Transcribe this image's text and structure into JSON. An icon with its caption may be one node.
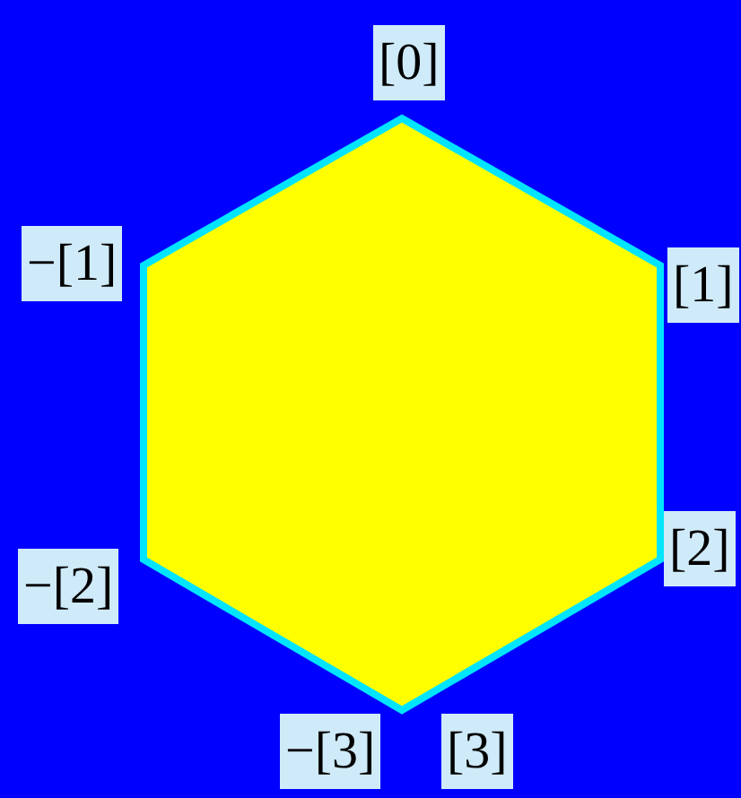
{
  "diagram": {
    "labels": [
      "[0]",
      "−[1]",
      "[1]",
      "−[2]",
      "[2]",
      "−[3]",
      "[3]"
    ]
  }
}
